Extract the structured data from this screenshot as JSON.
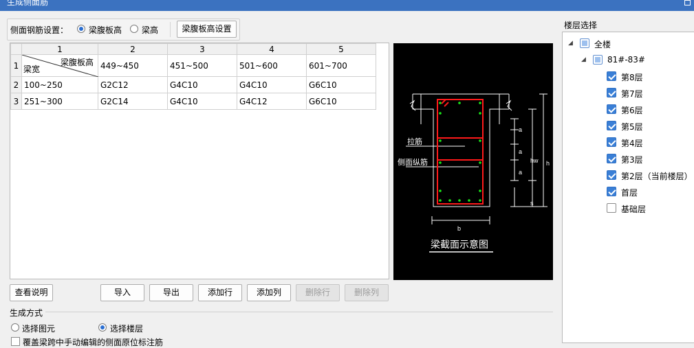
{
  "window": {
    "title": "生成侧面筋"
  },
  "settings": {
    "label": "侧面钢筋设置：",
    "options": [
      "梁腹板高",
      "梁高"
    ],
    "selected": "梁腹板高",
    "button": "梁腹板高设置"
  },
  "table": {
    "column_numbers": [
      "1",
      "2",
      "3",
      "4",
      "5"
    ],
    "header_top": "梁腹板高",
    "header_bottom": "梁宽",
    "row_numbers": [
      "1",
      "2",
      "3"
    ],
    "height_ranges": [
      "449~450",
      "451~500",
      "501~600",
      "601~700"
    ],
    "rows": [
      {
        "width_range": "100~250",
        "values": [
          "G2C12",
          "G4C10",
          "G4C10",
          "G6C10"
        ]
      },
      {
        "width_range": "251~300",
        "values": [
          "G2C14",
          "G4C10",
          "G4C12",
          "G6C10"
        ]
      }
    ]
  },
  "diagram": {
    "caption": "梁截面示意图",
    "label_tie": "拉筋",
    "label_side_bar": "侧面纵筋",
    "dim_a": "a",
    "dim_hw": "hw",
    "dim_h": "h",
    "dim_s": "s",
    "dim_b": "b"
  },
  "buttons": {
    "help": "查看说明",
    "import": "导入",
    "export": "导出",
    "add_row": "添加行",
    "add_col": "添加列",
    "del_row": "删除行",
    "del_col": "删除列"
  },
  "generate": {
    "group_label": "生成方式",
    "option_element": "选择图元",
    "option_floor": "选择楼层",
    "selected": "选择楼层",
    "cover_text": "覆盖梁跨中手动编辑的侧面原位标注筋"
  },
  "floor_select": {
    "label": "楼层选择",
    "root": "全楼",
    "building": "81#-83#",
    "floors": [
      {
        "name": "第8层",
        "checked": true
      },
      {
        "name": "第7层",
        "checked": true
      },
      {
        "name": "第6层",
        "checked": true
      },
      {
        "name": "第5层",
        "checked": true
      },
      {
        "name": "第4层",
        "checked": true
      },
      {
        "name": "第3层",
        "checked": true
      },
      {
        "name": "第2层（当前楼层）",
        "checked": true
      },
      {
        "name": "首层",
        "checked": true
      },
      {
        "name": "基础层",
        "checked": false
      }
    ]
  },
  "colors": {
    "titlebar": "#3b72c0",
    "accent": "#3a7fd6",
    "diagram_bg": "#000000",
    "diagram_section": "#ff1a1a",
    "diagram_bars": "#19e619"
  }
}
